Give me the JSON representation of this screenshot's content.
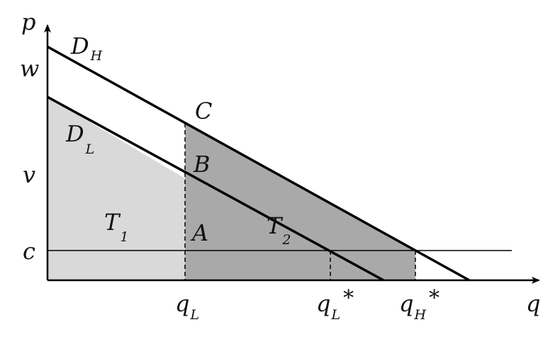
{
  "axes": {
    "y_label": "p",
    "x_label": "q"
  },
  "curves": {
    "high": {
      "label": "D",
      "sub": "H"
    },
    "low": {
      "label": "D",
      "sub": "L"
    }
  },
  "price_levels": {
    "w": "w",
    "v": "v",
    "c": "c"
  },
  "points": {
    "A": "A",
    "B": "B",
    "C": "C"
  },
  "regions": {
    "t1": {
      "label": "T",
      "sub": "1"
    },
    "t2": {
      "label": "T",
      "sub": "2"
    }
  },
  "quantities": {
    "qL": {
      "label": "q",
      "sub": "L",
      "star": ""
    },
    "qL_star": {
      "label": "q",
      "sub": "L",
      "star": "*"
    },
    "qH_star": {
      "label": "q",
      "sub": "H",
      "star": "*"
    }
  },
  "colors": {
    "light_region": "#d9d9d9",
    "dark_region": "#a9a9a9",
    "line": "#000000"
  }
}
